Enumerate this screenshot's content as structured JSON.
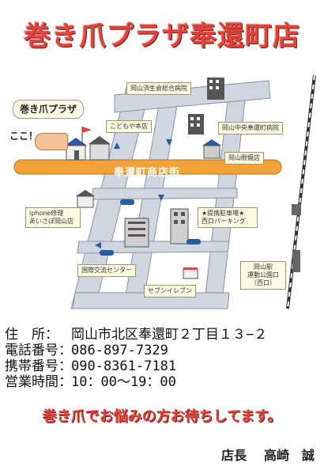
{
  "title": "巻き爪プラザ奉還町店",
  "map": {
    "bubble": "巻き爪プラザ",
    "here": "ここ！",
    "street": "奉還町商店街",
    "labels": {
      "hospital_saiseikai": "岡山済生会総合病院",
      "bookstore": "こどもや本店",
      "hospital_chuo": "岡山中央奉還町病院",
      "eye_clinic": "岡山眼鏡店",
      "iphone": [
        "iphone修理",
        "あいさぽ岡山店"
      ],
      "parking": [
        "★提携駐車場★",
        "西口パーキング"
      ],
      "kokusai": "国際交流センター",
      "seven": "セブンイレブン",
      "station": [
        "岡山駅",
        "運動公園口",
        "（西口）"
      ]
    }
  },
  "info": {
    "address_label": "住　所：",
    "address": "岡山市北区奉還町２丁目１３−２",
    "phone_label": "電話番号：",
    "phone": "086-897-7329",
    "mobile_label": "携帯番号：",
    "mobile": "090-8361-7181",
    "hours_label": "営業時間：",
    "hours": "10：00〜19：00"
  },
  "message": "巻き爪でお悩みの方お待ちしてます。",
  "owner": {
    "title": "店長",
    "name": "高崎　誠"
  },
  "colors": {
    "accent": "#e0453d",
    "street": "#f3a23a",
    "road": "#cfd6e2"
  }
}
